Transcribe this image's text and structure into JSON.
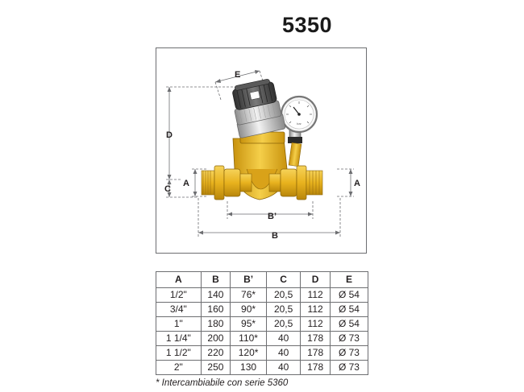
{
  "model": "5350",
  "dimension_labels": {
    "A": "A",
    "B": "B",
    "B_prime": "B’",
    "C": "C",
    "D": "D",
    "E": "E"
  },
  "gauge_text": "bar",
  "table": {
    "headers": [
      "A",
      "B",
      "B’",
      "C",
      "D",
      "E"
    ],
    "rows": [
      [
        "1/2\"",
        "140",
        "76*",
        "20,5",
        "112",
        "Ø 54"
      ],
      [
        "3/4\"",
        "160",
        "90*",
        "20,5",
        "112",
        "Ø 54"
      ],
      [
        "1\"",
        "180",
        "95*",
        "20,5",
        "112",
        "Ø 54"
      ],
      [
        "1 1/4\"",
        "200",
        "110*",
        "40",
        "178",
        "Ø 73"
      ],
      [
        "1 1/2\"",
        "220",
        "120*",
        "40",
        "178",
        "Ø 73"
      ],
      [
        "2\"",
        "250",
        "130",
        "40",
        "178",
        "Ø 73"
      ]
    ]
  },
  "footnote": "* Intercambiabile con serie 5360",
  "colors": {
    "brass": "#e8b21e",
    "brass_dark": "#b8860b",
    "chrome": "#c9c9c9",
    "knob": "#4a4a4a",
    "line": "#6d6e71"
  }
}
